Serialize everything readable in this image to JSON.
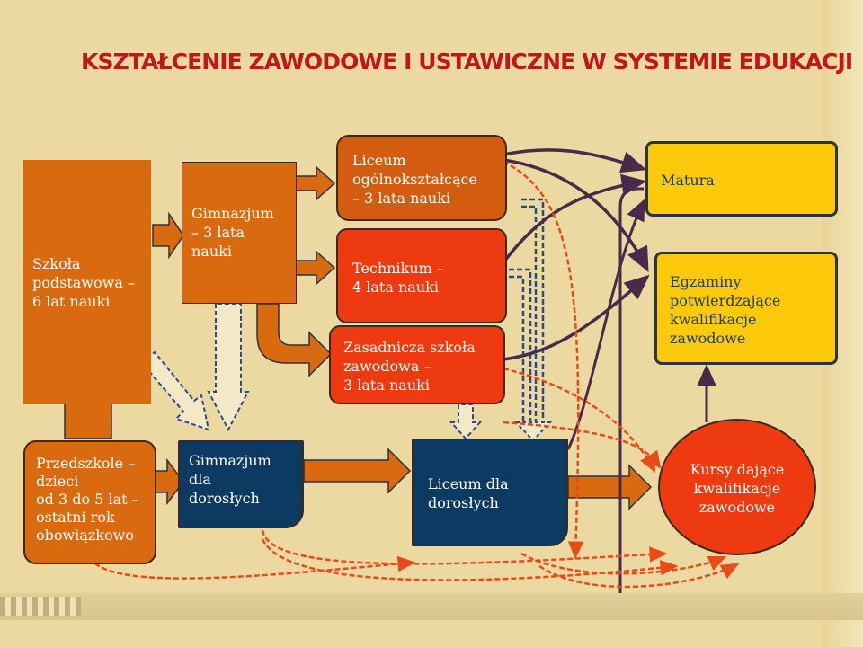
{
  "title": "KSZTAŁCENIE ZAWODOWE I USTAWICZNE W SYSTEMIE EDUKACJI",
  "nodes": {
    "szkola_podstawowa": "Szkoła\npodstawowa –\n6 lat nauki",
    "gimnazjum": "Gimnazjum\n– 3 lata\nnauki",
    "liceum": "Liceum\nogólnokształcące\n– 3 lata nauki",
    "technikum": "Technikum –\n4 lata nauki",
    "zasadnicza": "Zasadnicza szkoła\nzawodowa –\n3 lata nauki",
    "matura": "Matura",
    "egzaminy": "Egzaminy\npotwierdzające\nkwalifikacje\nzawodowe",
    "przedszkole": "Przedszkole –\ndzieci\nod 3 do 5 lat –\nostatni rok\nobowiązkowo",
    "gimnazjum_doroslych": "Gimnazjum\ndla\ndorosłych",
    "liceum_doroslych": "Liceum dla\ndorosłych",
    "kursy": "Kursy dające\nkwalifikacje\nzawodowe"
  },
  "colors": {
    "title": "#c0171c",
    "orange": "#d96a10",
    "red": "#ee3a10",
    "navy": "#0c3a63",
    "yellow": "#fcca0a",
    "dark_text": "#1c3f66",
    "arrow_outline": "#3a4a6a",
    "dashed_red": "#e84a18"
  }
}
